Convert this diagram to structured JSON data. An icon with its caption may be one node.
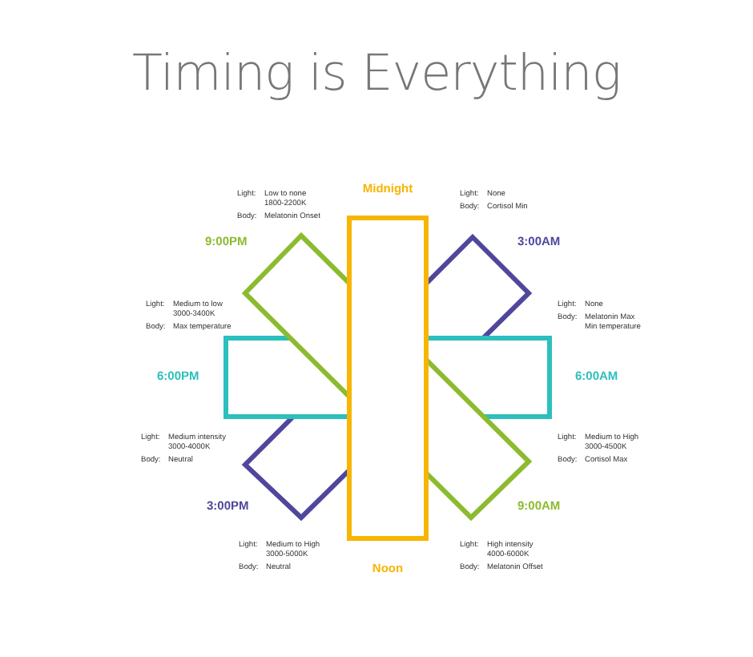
{
  "diagram": {
    "title": "Timing is Everything",
    "nodes": [
      {
        "text": [],
        "shape": "bar",
        "beside": [
          "Midnight",
          "Noon"
        ]
      },
      {
        "text": [],
        "shape": "bar",
        "beside": [
          "6:00PM",
          "6:00AM"
        ]
      },
      {
        "text": [],
        "shape": "bar",
        "beside": [
          "9:00PM",
          "9:00AM"
        ]
      },
      {
        "text": [],
        "shape": "bar",
        "beside": [
          "3:00AM",
          "3:00PM"
        ]
      }
    ],
    "labels": [
      "Light:",
      "Low to none",
      "1800-2200K",
      "Body:",
      "Melatonin Onset",
      "Light:",
      "None",
      "Body:",
      "Cortisol Min",
      "Light:",
      "Medium to low",
      "3000-3400K",
      "Body:",
      "Max temperature",
      "Light:",
      "None",
      "Body:",
      "Melatonin Max",
      "Min temperature",
      "Light:",
      "Medium intensity",
      "3000-4000K",
      "Body:",
      "Neutral",
      "Light:",
      "Medium to High",
      "3000-4500K",
      "Body:",
      "Cortisol Max",
      "Light:",
      "Medium to High",
      "3000-5000K",
      "Body:",
      "Neutral",
      "Light:",
      "High intensity",
      "4000-6000K",
      "Body:",
      "Melatonin Offset"
    ]
  }
}
